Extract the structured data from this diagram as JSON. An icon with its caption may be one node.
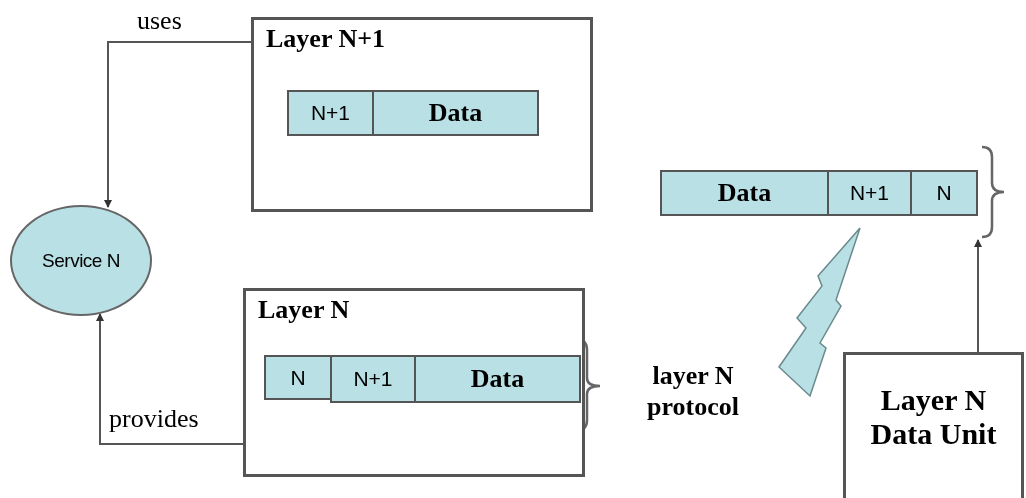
{
  "diagram": {
    "nodes": [
      {
        "text": [
          "Layer N+1"
        ]
      },
      {
        "text": [
          "N+1"
        ],
        "in": 0
      },
      {
        "text": [
          "Data"
        ],
        "in": 0
      },
      {
        "text": [],
        "shape": "bar"
      },
      {
        "text": [
          "Data"
        ],
        "in": 3
      },
      {
        "text": [
          "N+1"
        ],
        "in": 3
      },
      {
        "text": [
          "N"
        ],
        "in": 3
      },
      {
        "text": [
          "Service N"
        ]
      },
      {
        "text": [
          "Layer N"
        ]
      },
      {
        "text": [
          "N"
        ],
        "in": 8
      },
      {
        "text": [
          "N+1"
        ],
        "in": 8
      },
      {
        "text": [
          "Data"
        ],
        "in": 8
      },
      {
        "text": [
          "Layer N Data Unit"
        ]
      }
    ],
    "edges": [
      {
        "from": 0,
        "to": 7,
        "arrow": "to",
        "label": "uses"
      },
      {
        "from": 8,
        "to": 7,
        "arrow": "to",
        "label": "provides"
      },
      {
        "from": 12,
        "to": 3,
        "arrow": "to"
      }
    ],
    "labels": [
      "layer N protocol"
    ]
  }
}
